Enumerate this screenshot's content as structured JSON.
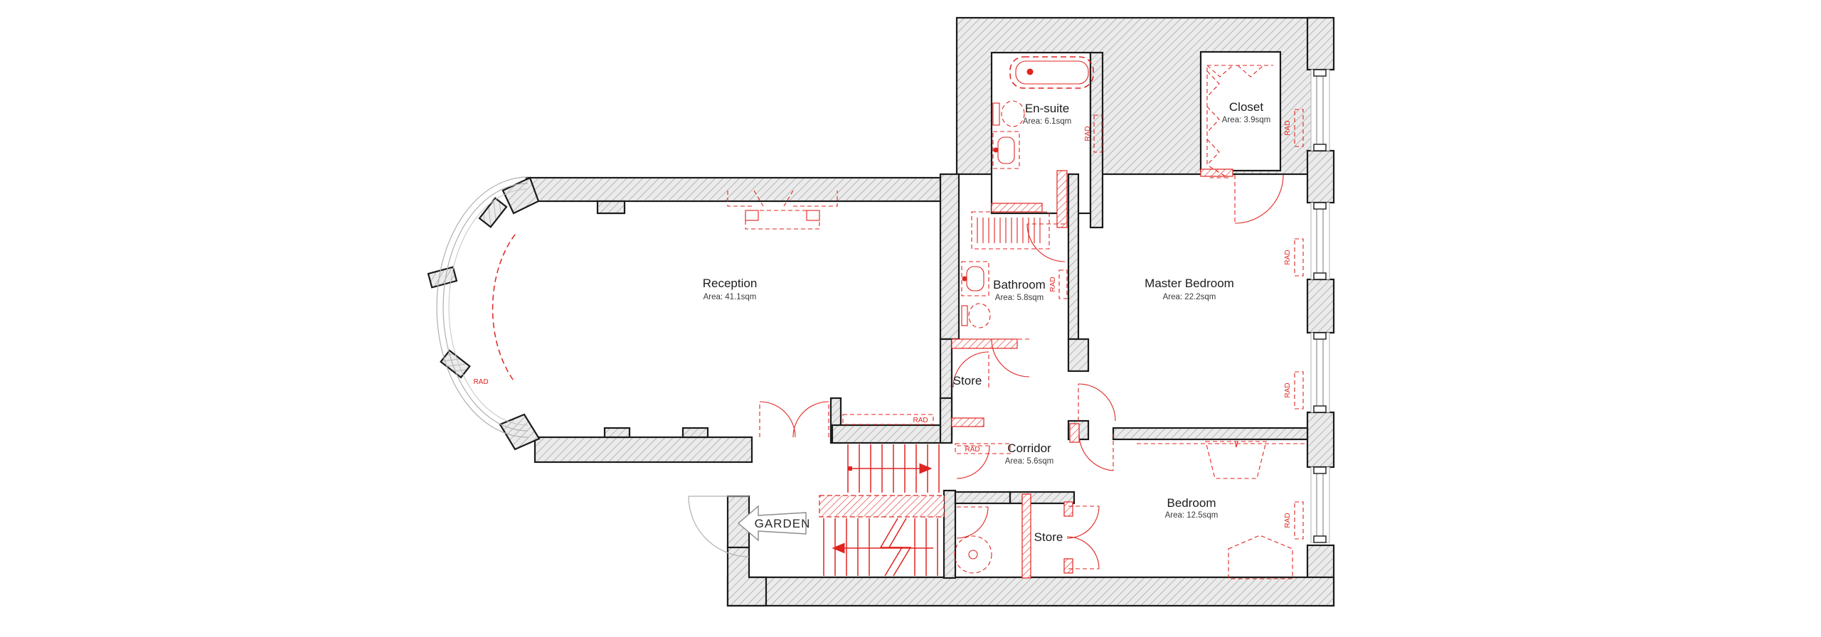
{
  "title": "Apartment floor plan",
  "colors": {
    "wall_fill": "#ebebeb",
    "wall_hatch": "#9a9a9a",
    "outline": "#1b1b1b",
    "fixture_red": "#e02420",
    "glazing_gray": "#b0b0b0",
    "text": "#1c1c1c"
  },
  "labels": {
    "rad": "RAD",
    "garden": "GARDEN"
  },
  "rooms": [
    {
      "id": "reception",
      "name": "Reception",
      "area": "Area: 41.1sqm"
    },
    {
      "id": "ensuite",
      "name": "En-suite",
      "area": "Area: 6.1sqm"
    },
    {
      "id": "closet",
      "name": "Closet",
      "area": "Area: 3.9sqm"
    },
    {
      "id": "bathroom",
      "name": "Bathroom",
      "area": "Area: 5.8sqm"
    },
    {
      "id": "master-bedroom",
      "name": "Master Bedroom",
      "area": "Area: 22.2sqm"
    },
    {
      "id": "store-upper",
      "name": "Store",
      "area": ""
    },
    {
      "id": "corridor",
      "name": "Corridor",
      "area": "Area: 5.6sqm"
    },
    {
      "id": "bedroom",
      "name": "Bedroom",
      "area": "Area: 12.5sqm"
    },
    {
      "id": "store-lower",
      "name": "Store",
      "area": ""
    }
  ]
}
